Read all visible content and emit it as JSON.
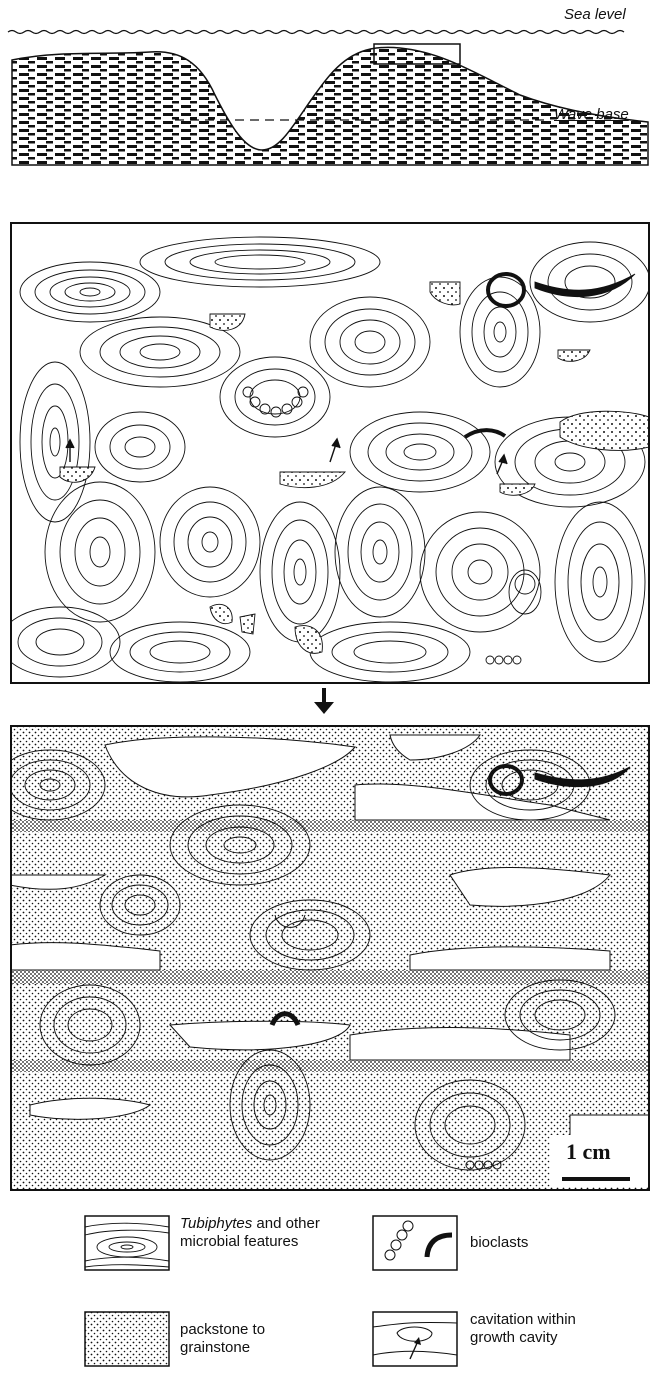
{
  "profile": {
    "sea_level_label": "Sea level",
    "wave_base_label": "Wave base"
  },
  "scale_bar": {
    "label": "1 cm"
  },
  "legend": {
    "microbial": {
      "em": "Tubiphytes",
      "rest": " and other microbial features"
    },
    "bioclasts": {
      "label": "bioclasts"
    },
    "packstone": {
      "label": "packstone to grainstone"
    },
    "cavitation": {
      "label": "cavitation within growth cavity"
    }
  },
  "colors": {
    "ink": "#111111",
    "paper": "#ffffff"
  }
}
